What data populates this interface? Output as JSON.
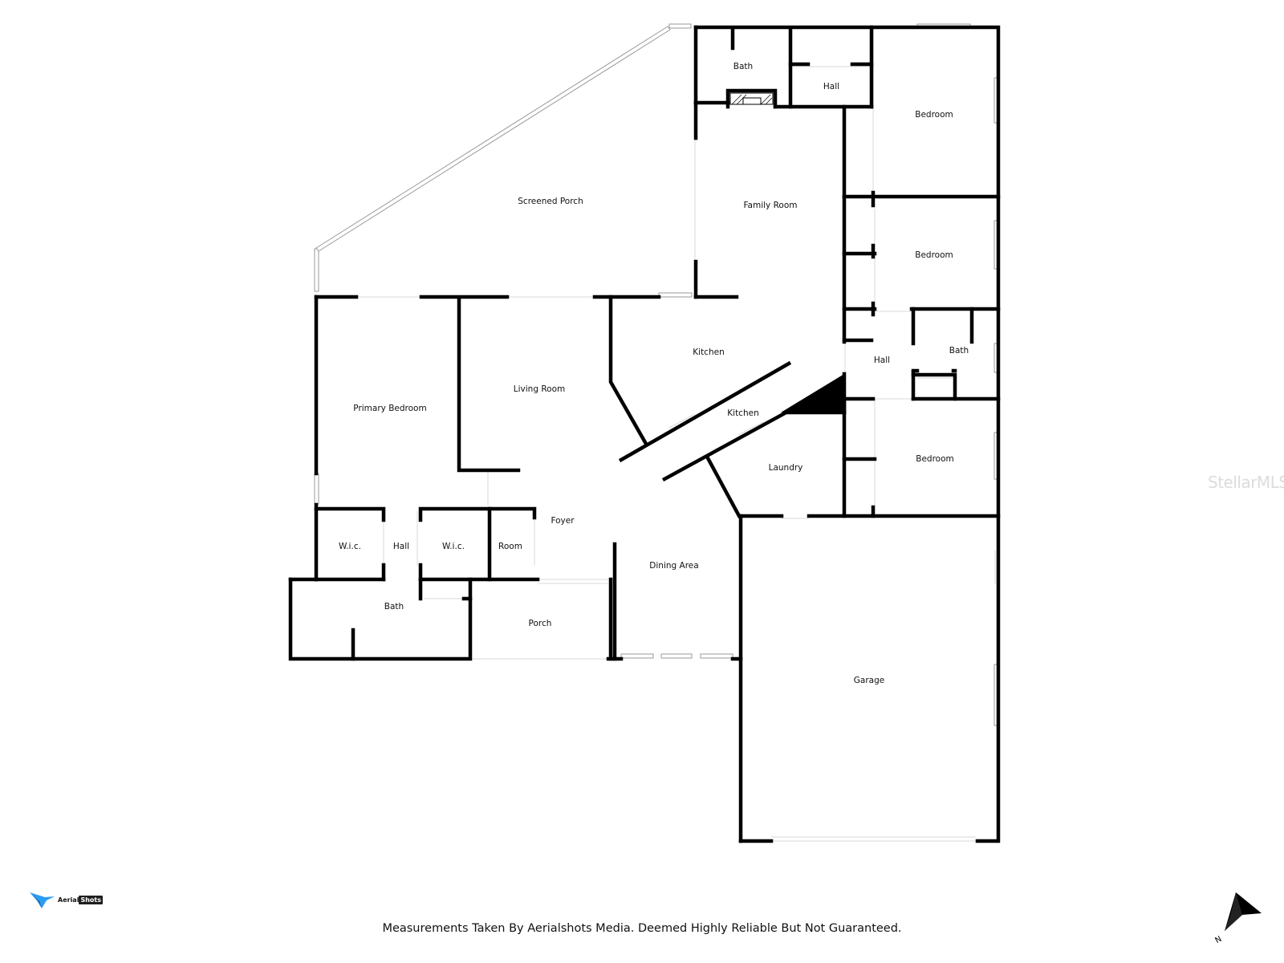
{
  "rooms": {
    "bath_top": "Bath",
    "hall_top": "Hall",
    "bedroom_top": "Bedroom",
    "screened_porch": "Screened Porch",
    "family_room": "Family Room",
    "bedroom_mid": "Bedroom",
    "kitchen_main": "Kitchen",
    "hall_right": "Hall",
    "bath_right": "Bath",
    "living_room": "Living Room",
    "primary_bedroom": "Primary Bedroom",
    "kitchen_secondary": "Kitchen",
    "laundry": "Laundry",
    "bedroom_bottom": "Bedroom",
    "foyer": "Foyer",
    "wic_left": "W.i.c.",
    "hall_left": "Hall",
    "wic_right": "W.i.c.",
    "room_small": "Room",
    "dining_area": "Dining Area",
    "bath_primary": "Bath",
    "porch": "Porch",
    "garage": "Garage"
  },
  "disclaimer": "Measurements Taken By Aerialshots Media. Deemed Highly Reliable But Not Guaranteed.",
  "logo": {
    "word_a": "Aerial",
    "word_b": "Shots",
    "icon": "bird-icon"
  },
  "watermark": "StellarMLS",
  "compass": {
    "label": "N",
    "icon": "north-arrow-icon"
  },
  "colors": {
    "wall": "#000000",
    "window": "#9a9a9a",
    "logo_blue": "#2a9df4"
  }
}
